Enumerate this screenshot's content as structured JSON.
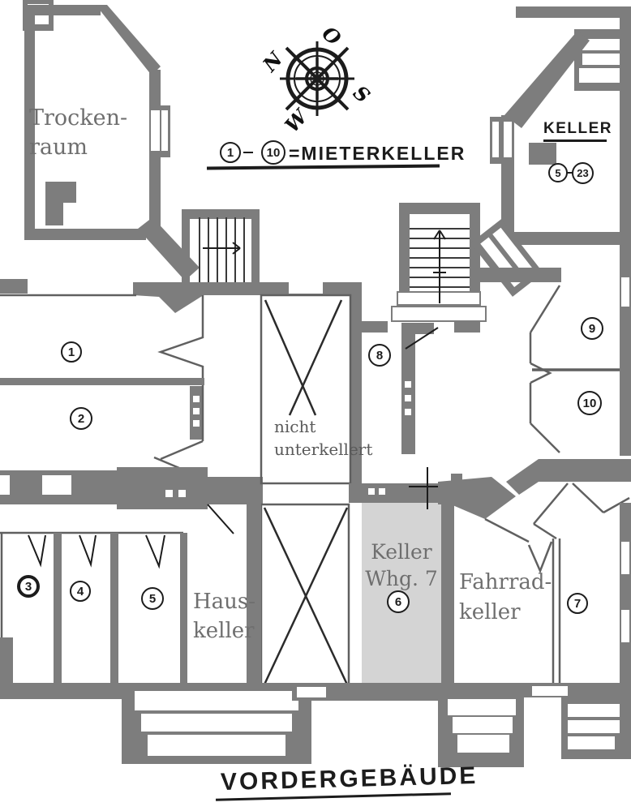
{
  "compass": {
    "north": "N",
    "east": "O",
    "south": "S",
    "west": "W"
  },
  "legend": {
    "start_badge": "1",
    "end_badge": "10",
    "dash": "-",
    "label": "=MIETERKELLER"
  },
  "keller_block": {
    "title": "KELLER",
    "start_badge": "5",
    "dash": "-",
    "end_badge": "23"
  },
  "rooms": {
    "trockenraum": {
      "line1": "Trocken-",
      "line2": "raum"
    },
    "nicht_unterkellert": {
      "line1": "nicht",
      "line2": "unterkellert"
    },
    "hauskeller": {
      "line1": "Haus-",
      "line2": "keller"
    },
    "keller_whg7": {
      "line1": "Keller",
      "line2": "Whg. 7"
    },
    "fahrradkeller": {
      "line1": "Fahrrad-",
      "line2": "keller"
    }
  },
  "badges": {
    "n1": "1",
    "n2": "2",
    "n3": "3",
    "n4": "4",
    "n5": "5",
    "n6": "6",
    "n7": "7",
    "n8": "8",
    "n9": "9",
    "n10": "10"
  },
  "footer": {
    "label": "VORDERGEBÄUDE"
  },
  "colors": {
    "wall": "#7d7d7d",
    "thin_line": "#606060",
    "ink": "#1c1c1c",
    "label_text": "#6f6f6f",
    "highlight": "#d4d4d4",
    "background": "#ffffff"
  }
}
